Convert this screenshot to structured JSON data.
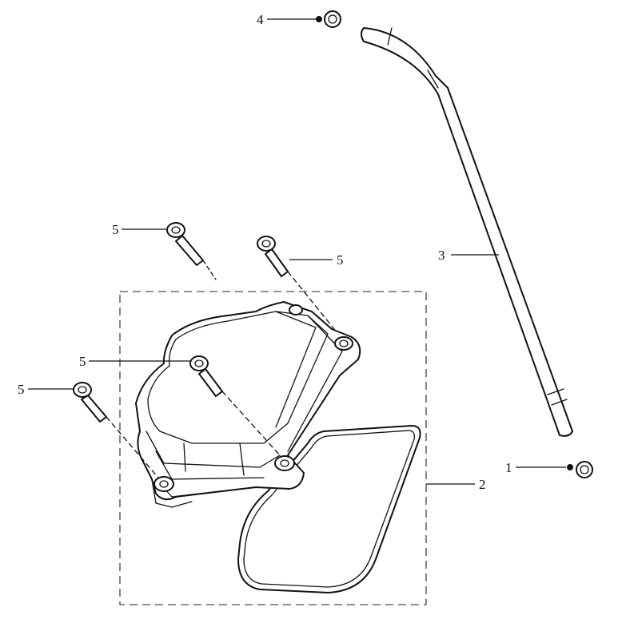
{
  "callouts": [
    {
      "id": "c1",
      "label": "1"
    },
    {
      "id": "c2",
      "label": "2"
    },
    {
      "id": "c3",
      "label": "3"
    },
    {
      "id": "c4",
      "label": "4"
    },
    {
      "id": "c5a",
      "label": "5"
    },
    {
      "id": "c5b",
      "label": "5"
    },
    {
      "id": "c5c",
      "label": "5"
    },
    {
      "id": "c5d",
      "label": "5"
    }
  ]
}
